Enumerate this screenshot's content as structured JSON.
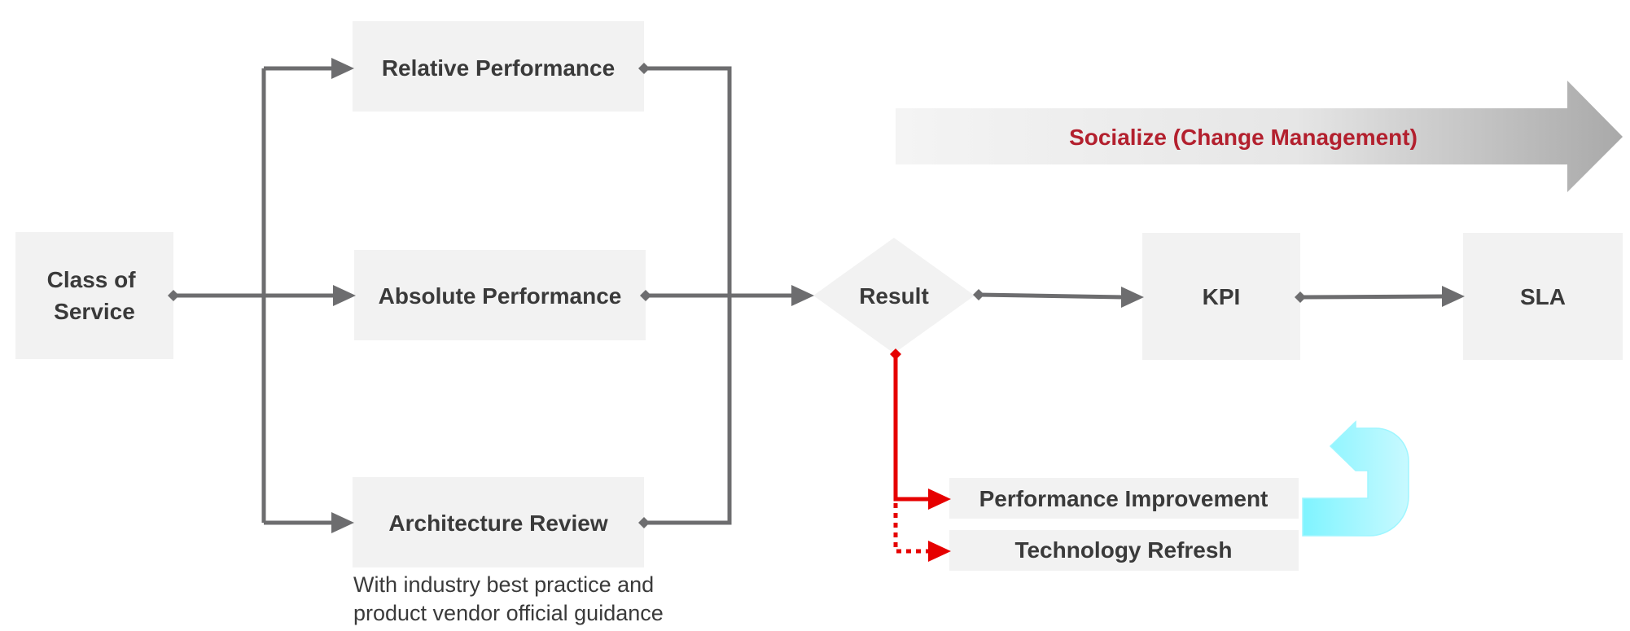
{
  "colors": {
    "box_fill": "#f2f2f2",
    "text": "#3a3a3a",
    "connector": "#6d6d6f",
    "alert": "#e60000",
    "banner_text": "#b3202e",
    "loop_arrow": "#7fefff"
  },
  "nodes": {
    "class_of_service": {
      "line1": "Class of",
      "line2": "Service"
    },
    "relative_performance": "Relative Performance",
    "absolute_performance": "Absolute Performance",
    "architecture_review": "Architecture Review",
    "result": "Result",
    "kpi": "KPI",
    "sla": "SLA",
    "performance_improvement": "Performance Improvement",
    "technology_refresh": "Technology Refresh"
  },
  "note": {
    "line1": "With industry best practice and",
    "line2": "product vendor official guidance"
  },
  "banner": {
    "label": "Socialize (Change Management)"
  },
  "icons": {
    "loop_arrow": "u-turn-arrow-icon"
  }
}
